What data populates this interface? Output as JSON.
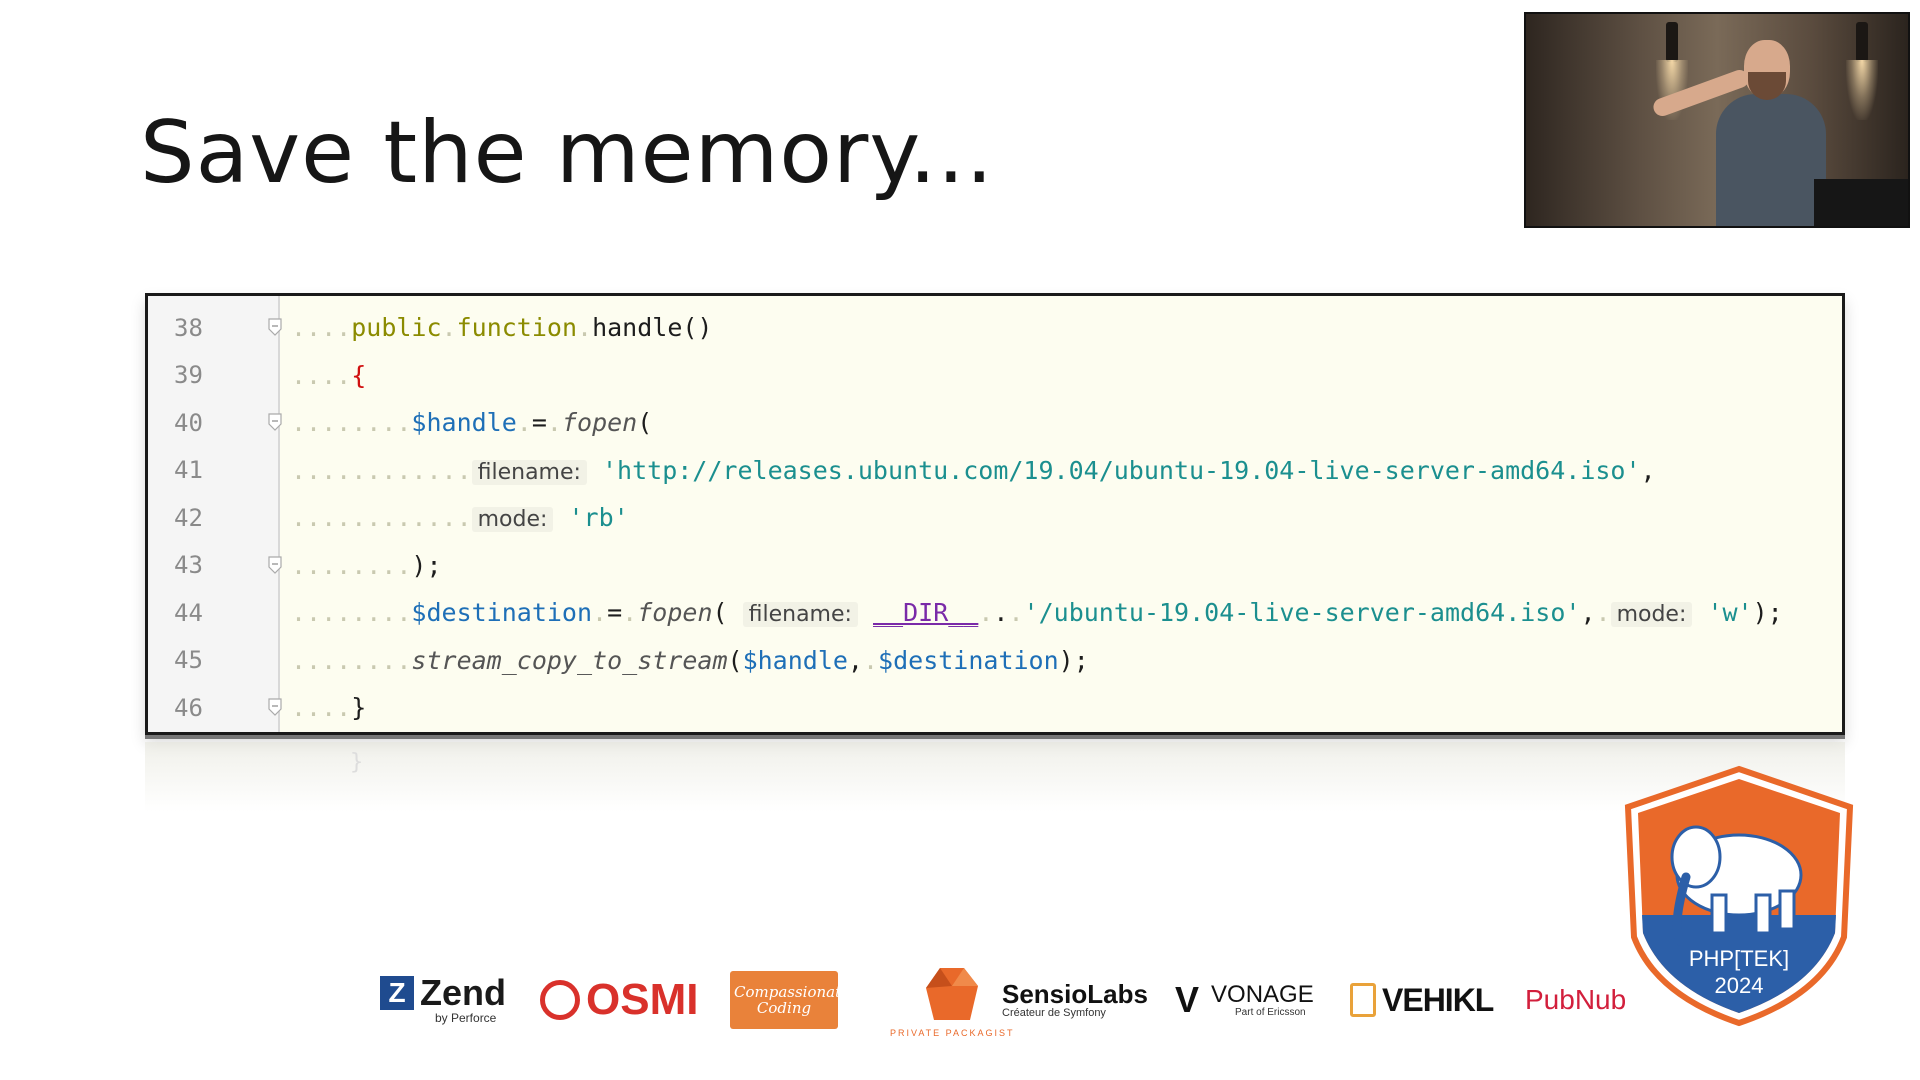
{
  "slide": {
    "title": "Save the memory..."
  },
  "code": {
    "lines": [
      {
        "num": "38",
        "dots": "....",
        "parts": [
          {
            "t": "public",
            "c": "kw"
          },
          {
            "t": ".",
            "c": "dots"
          },
          {
            "t": "function",
            "c": "kw"
          },
          {
            "t": ".",
            "c": "dots"
          },
          {
            "t": "handle()",
            "c": "fn"
          }
        ]
      },
      {
        "num": "39",
        "dots": "....",
        "parts": [
          {
            "t": "{",
            "c": "brace-red"
          }
        ]
      },
      {
        "num": "40",
        "dots": "........",
        "parts": [
          {
            "t": "$handle",
            "c": "var"
          },
          {
            "t": ".",
            "c": "dots"
          },
          {
            "t": "=",
            "c": "fn"
          },
          {
            "t": ".",
            "c": "dots"
          },
          {
            "t": "fopen",
            "c": "italic"
          },
          {
            "t": "(",
            "c": "fn"
          }
        ]
      },
      {
        "num": "41",
        "dots": "............",
        "parts": [
          {
            "t": "filename:",
            "c": "hint"
          },
          {
            "t": " ",
            "c": "fn"
          },
          {
            "t": "'http://releases.ubuntu.com/19.04/ubuntu-19.04-live-server-amd64.iso'",
            "c": "str"
          },
          {
            "t": ",",
            "c": "fn"
          }
        ]
      },
      {
        "num": "42",
        "dots": "............",
        "parts": [
          {
            "t": "mode:",
            "c": "hint"
          },
          {
            "t": " ",
            "c": "fn"
          },
          {
            "t": "'rb'",
            "c": "str"
          }
        ]
      },
      {
        "num": "43",
        "dots": "........",
        "parts": [
          {
            "t": ");",
            "c": "fn"
          }
        ]
      },
      {
        "num": "44",
        "dots": "........",
        "parts": [
          {
            "t": "$destination",
            "c": "var"
          },
          {
            "t": ".",
            "c": "dots"
          },
          {
            "t": "=",
            "c": "fn"
          },
          {
            "t": ".",
            "c": "dots"
          },
          {
            "t": "fopen",
            "c": "italic"
          },
          {
            "t": "(",
            "c": "fn"
          },
          {
            "t": " ",
            "c": "fn"
          },
          {
            "t": "filename:",
            "c": "hint"
          },
          {
            "t": " ",
            "c": "fn"
          },
          {
            "t": "__DIR__",
            "c": "const"
          },
          {
            "t": ".",
            "c": "dots"
          },
          {
            "t": ".",
            "c": "fn"
          },
          {
            "t": ".",
            "c": "dots"
          },
          {
            "t": "'/ubuntu-19.04-live-server-amd64.iso'",
            "c": "str"
          },
          {
            "t": ",",
            "c": "fn"
          },
          {
            "t": ".",
            "c": "dots"
          },
          {
            "t": "mode:",
            "c": "hint"
          },
          {
            "t": " ",
            "c": "fn"
          },
          {
            "t": "'w'",
            "c": "str"
          },
          {
            "t": ");",
            "c": "fn"
          }
        ]
      },
      {
        "num": "45",
        "dots": "........",
        "parts": [
          {
            "t": "stream_copy_to_stream",
            "c": "italic"
          },
          {
            "t": "(",
            "c": "fn"
          },
          {
            "t": "$handle",
            "c": "var"
          },
          {
            "t": ",",
            "c": "fn"
          },
          {
            "t": ".",
            "c": "dots"
          },
          {
            "t": "$destination",
            "c": "var"
          },
          {
            "t": ");",
            "c": "fn"
          }
        ]
      },
      {
        "num": "46",
        "dots": "....",
        "parts": [
          {
            "t": "}",
            "c": "fn"
          }
        ]
      }
    ],
    "reflection_char": "}"
  },
  "sponsors": [
    {
      "name": "Zend",
      "sub": "by Perforce",
      "color": "#1f4b8f"
    },
    {
      "name": "OSMI",
      "sub": "",
      "color": "#d9312b"
    },
    {
      "name": "Compassionate Coding",
      "sub": "",
      "color": "#e9823a"
    },
    {
      "name": "",
      "sub": "PRIVATE PACKAGIST",
      "color": "#e9692a"
    },
    {
      "name": "SensioLabs",
      "sub": "Créateur de Symfony",
      "color": "#111111"
    },
    {
      "name": "VONAGE",
      "sub": "Part of Ericsson",
      "color": "#111111"
    },
    {
      "name": "VEHIKL",
      "sub": "",
      "color": "#111111"
    },
    {
      "name": "PubNub",
      "sub": "",
      "color": "#d21f3c"
    }
  ],
  "badge": {
    "line1": "PHP[TEK]",
    "line2": "2024",
    "orange": "#e9692a",
    "blue": "#2c5fa8"
  },
  "icons": {
    "fold": "fold-marker-icon",
    "webcam": "speaker-webcam"
  }
}
